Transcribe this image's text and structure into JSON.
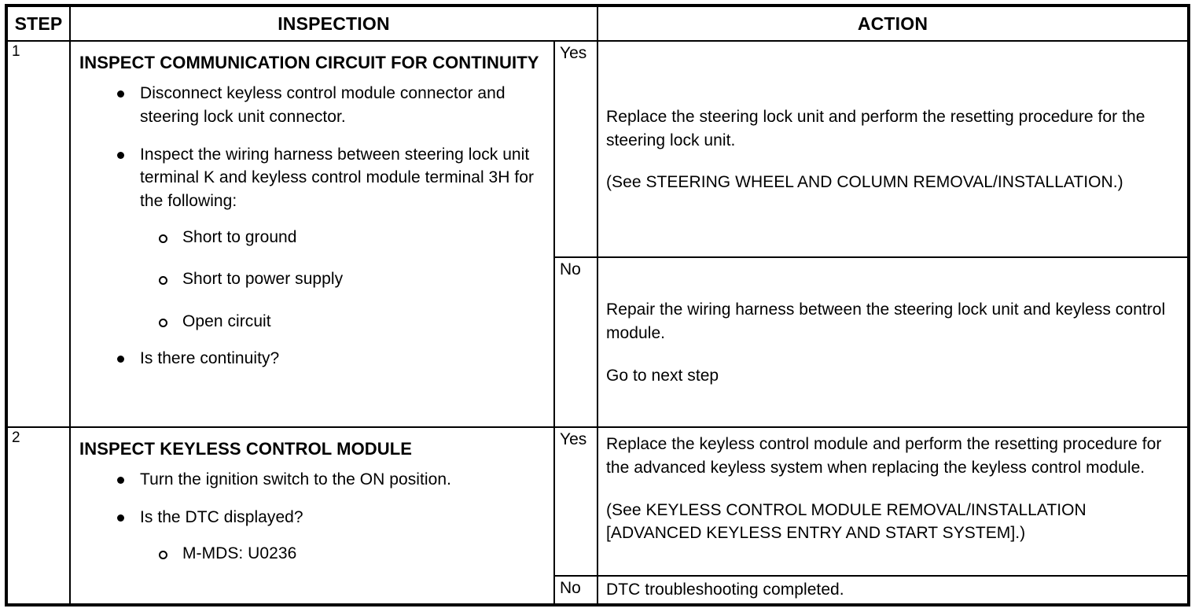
{
  "table": {
    "headers": {
      "step": "STEP",
      "inspection": "INSPECTION",
      "action": "ACTION"
    },
    "rows": [
      {
        "step": "1",
        "inspection": {
          "title": "INSPECT COMMUNICATION CIRCUIT FOR CONTINUITY",
          "bullets": [
            {
              "text": "Disconnect keyless control module connector and steering lock unit connector.",
              "subs": []
            },
            {
              "text": "Inspect the wiring harness between steering lock unit terminal K and keyless control module terminal 3H for the following:",
              "subs": [
                "Short to ground",
                "Short to power supply",
                "Open circuit"
              ]
            },
            {
              "text": "Is there continuity?",
              "subs": []
            }
          ]
        },
        "outcomes": [
          {
            "label": "Yes",
            "paragraphs": [
              "Replace the steering lock unit and perform the resetting procedure for the steering lock unit.",
              "(See STEERING WHEEL AND COLUMN REMOVAL/INSTALLATION.)"
            ]
          },
          {
            "label": "No",
            "paragraphs": [
              "Repair the wiring harness between the steering lock unit and keyless control module.",
              "Go to next step"
            ]
          }
        ]
      },
      {
        "step": "2",
        "inspection": {
          "title": "INSPECT KEYLESS CONTROL MODULE",
          "bullets": [
            {
              "text": "Turn the ignition switch to the ON position.",
              "subs": []
            },
            {
              "text": "Is the DTC displayed?",
              "subs": [
                "M-MDS: U0236"
              ]
            }
          ]
        },
        "outcomes": [
          {
            "label": "Yes",
            "paragraphs": [
              "Replace the keyless control module and perform the resetting procedure for the advanced keyless system when replacing the keyless control module.",
              "(See KEYLESS CONTROL MODULE REMOVAL/INSTALLATION [ADVANCED KEYLESS ENTRY AND START SYSTEM].)"
            ]
          },
          {
            "label": "No",
            "paragraphs": [
              "DTC troubleshooting completed."
            ]
          }
        ]
      }
    ]
  }
}
